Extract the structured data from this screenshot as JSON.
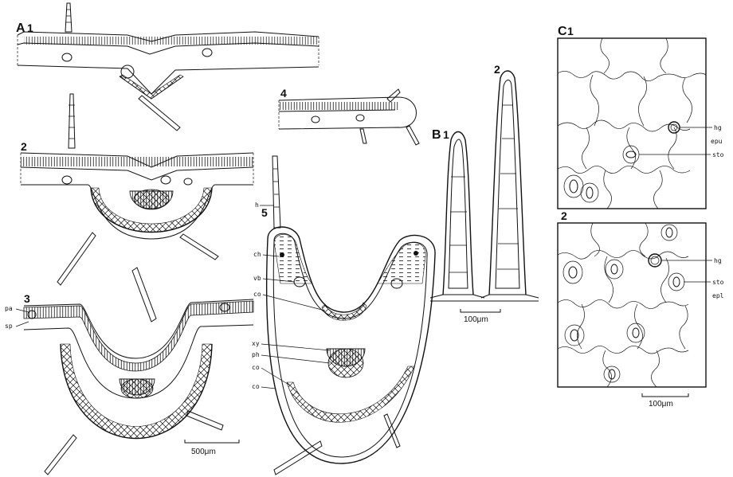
{
  "panels": {
    "A": {
      "letter": "A",
      "n1": "1",
      "n2": "2",
      "n3": "3",
      "n4": "4",
      "n5": "5",
      "labels": {
        "pa": "pa",
        "sp": "sp",
        "h": "h",
        "ch": "ch",
        "vb": "vb",
        "co_upper": "co",
        "xy": "xy",
        "ph": "ph",
        "co_mid": "co",
        "co_lower": "co"
      },
      "scale_bar": "500μm"
    },
    "B": {
      "letter": "B",
      "n1": "1",
      "n2": "2",
      "scale_bar": "100μm"
    },
    "C": {
      "letter": "C",
      "n1": "1",
      "n2": "2",
      "labels": {
        "hg_1": "hg",
        "epu": "epu",
        "sto_1": "sto",
        "hg_2": "hg",
        "sto_2": "sto",
        "epl": "epl"
      },
      "scale_bar": "100μm"
    }
  },
  "colors": {
    "ink": "#111111",
    "paper": "#ffffff"
  }
}
